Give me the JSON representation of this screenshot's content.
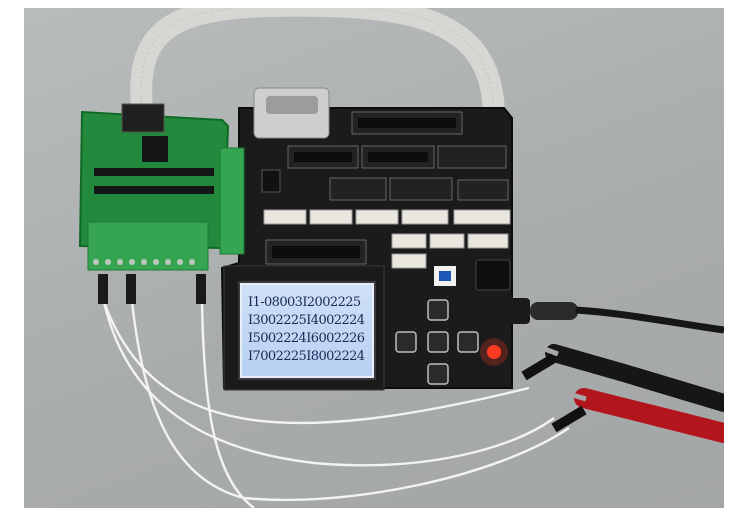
{
  "lcd": {
    "rows": [
      "I1-08003I2002225",
      "I3002225I4002224",
      "I5002224I6002226",
      "I7002225I8002224"
    ]
  },
  "colors": {
    "pcb_main": "#1c1c1c",
    "pcb_io": "#1f8a3c",
    "terminal_green": "#2f9a4a",
    "background": "#ababac",
    "cable_gray": "#d9d9d6",
    "probe_red": "#b8141c",
    "led_red": "#ff2a1a"
  }
}
